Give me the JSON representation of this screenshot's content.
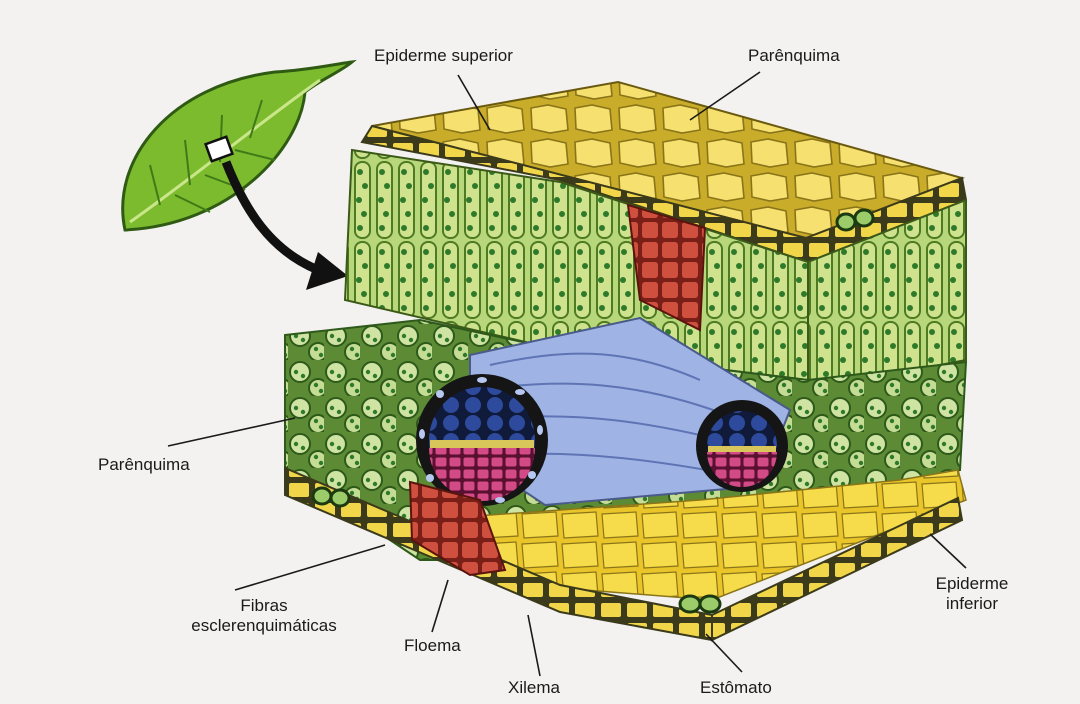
{
  "labels": {
    "epiderme_superior": "Epiderme superior",
    "parenquima_top": "Parênquima",
    "parenquima_left": "Parênquima",
    "fibras_line1": "Fibras",
    "fibras_line2": "esclerenquimáticas",
    "floema": "Floema",
    "xilema": "Xilema",
    "estomato": "Estômato",
    "epiderme_inferior_line1": "Epiderme",
    "epiderme_inferior_line2": "inferior"
  },
  "colors": {
    "background": "#f3f2f0",
    "epidermis": "#f1d64a",
    "cuticle_dark": "#3b3a1a",
    "palisade": "#a9c96a",
    "chloroplast": "#2f7a2a",
    "sclerenchyma": "#c9463a",
    "xylem": "#2a3f8a",
    "phloem": "#c8407a",
    "vascular_sheath": "#1b1b1b",
    "vein_cells": "#8fa3d8",
    "leaf_green": "#7dbb2e"
  }
}
